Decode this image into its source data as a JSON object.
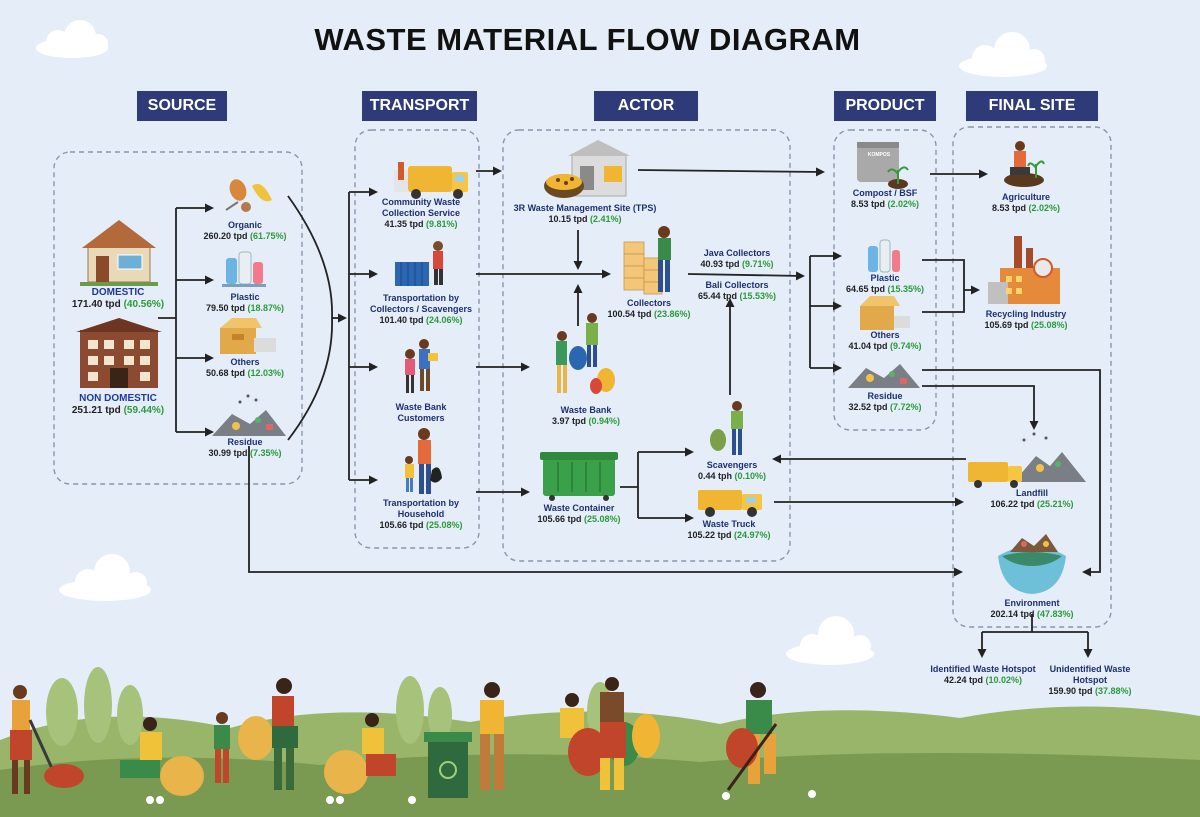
{
  "title": "WASTE MATERIAL FLOW DIAGRAM",
  "headers": {
    "source": "SOURCE",
    "transport": "TRANSPORT",
    "actor": "ACTOR",
    "product": "PRODUCT",
    "final_site": "FINAL SITE"
  },
  "source": {
    "domestic": {
      "name": "DOMESTIC",
      "value": "171.40 tpd",
      "pct": "(40.56%)"
    },
    "non_domestic": {
      "name": "NON DOMESTIC",
      "value": "251.21 tpd",
      "pct": "(59.44%)"
    },
    "organic": {
      "name": "Organic",
      "value": "260.20 tpd",
      "pct": "(61.75%)"
    },
    "plastic": {
      "name": "Plastic",
      "value": "79.50 tpd",
      "pct": "(18.87%)"
    },
    "others": {
      "name": "Others",
      "value": "50.68 tpd",
      "pct": "(12.03%)"
    },
    "residue": {
      "name": "Residue",
      "value": "30.99 tpd",
      "pct": "(7.35%)"
    }
  },
  "transport": {
    "community": {
      "name1": "Community Waste",
      "name2": "Collection Service",
      "value": "41.35 tpd",
      "pct": "(9.81%)"
    },
    "collectors": {
      "name1": "Transportation by",
      "name2": "Collectors / Scavengers",
      "value": "101.40 tpd",
      "pct": "(24.06%)"
    },
    "bank_customers": {
      "name1": "Waste Bank",
      "name2": "Customers"
    },
    "household": {
      "name1": "Transportation by",
      "name2": "Household",
      "value": "105.66 tpd",
      "pct": "(25.08%)"
    }
  },
  "actor": {
    "tps": {
      "name": "3R Waste Management Site (TPS)",
      "value": "10.15 tpd",
      "pct": "(2.41%)"
    },
    "collectors": {
      "name": "Collectors",
      "value": "100.54 tpd",
      "pct": "(23.86%)"
    },
    "java": {
      "name": "Java Collectors",
      "value": "40.93 tpd",
      "pct": "(9.71%)"
    },
    "bali": {
      "name": "Bali Collectors",
      "value": "65.44 tpd",
      "pct": "(15.53%)"
    },
    "waste_bank": {
      "name": "Waste Bank",
      "value": "3.97 tpd",
      "pct": "(0.94%)"
    },
    "scavengers": {
      "name": "Scavengers",
      "value": "0.44 tph",
      "pct": "(0.10%)"
    },
    "container": {
      "name": "Waste Container",
      "value": "105.66 tpd",
      "pct": "(25.08%)"
    },
    "truck": {
      "name": "Waste Truck",
      "value": "105.22 tpd",
      "pct": "(24.97%)"
    }
  },
  "product": {
    "compost": {
      "name": "Compost / BSF",
      "value": "8.53 tpd",
      "pct": "(2.02%)"
    },
    "plastic": {
      "name": "Plastic",
      "value": "64.65 tpd",
      "pct": "(15.35%)"
    },
    "others": {
      "name": "Others",
      "value": "41.04 tpd",
      "pct": "(9.74%)"
    },
    "residue": {
      "name": "Residue",
      "value": "32.52 tpd",
      "pct": "(7.72%)"
    },
    "kompos_label": "KOMPOS"
  },
  "final_site": {
    "agriculture": {
      "name": "Agriculture",
      "value": "8.53 tpd",
      "pct": "(2.02%)"
    },
    "recycling": {
      "name": "Recycling Industry",
      "value": "105.69 tpd",
      "pct": "(25.08%)"
    },
    "landfill": {
      "name": "Landfill",
      "value": "106.22 tpd",
      "pct": "(25.21%)"
    },
    "environment": {
      "name": "Environment",
      "value": "202.14 tpd",
      "pct": "(47.83%)"
    },
    "identified": {
      "name": "Identified Waste Hotspot",
      "value": "42.24 tpd",
      "pct": "(10.02%)"
    },
    "unidentified": {
      "name1": "Unidentified Waste",
      "name2": "Hotspot",
      "value": "159.90 tpd",
      "pct": "(37.88%)"
    }
  },
  "colors": {
    "header_bg": "#2e3b78",
    "name_text": "#1f2f72",
    "percent_text": "#2a9a3a",
    "sky": "#e4edf8",
    "grass": "#7a9a52"
  }
}
